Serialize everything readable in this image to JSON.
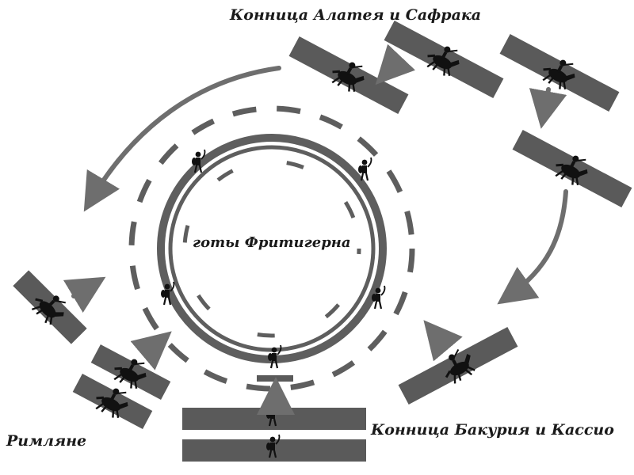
{
  "labels": {
    "alatey_saphrax": "Конница Алатея и Сафрака",
    "fritigern": "готы Фритигерна",
    "romans": "Римляне",
    "bakurius_cassio": "Конница Бакурия и Кассио"
  },
  "icons": {
    "cavalry": "cavalry-rider-icon",
    "infantry": "infantry-soldier-icon"
  },
  "colors": {
    "unit_bar": "#5a5a5a",
    "arrow": "#6e6e6e",
    "ring": "#5e5e5e",
    "dash": "#5e5e5e",
    "figure": "#111111"
  }
}
